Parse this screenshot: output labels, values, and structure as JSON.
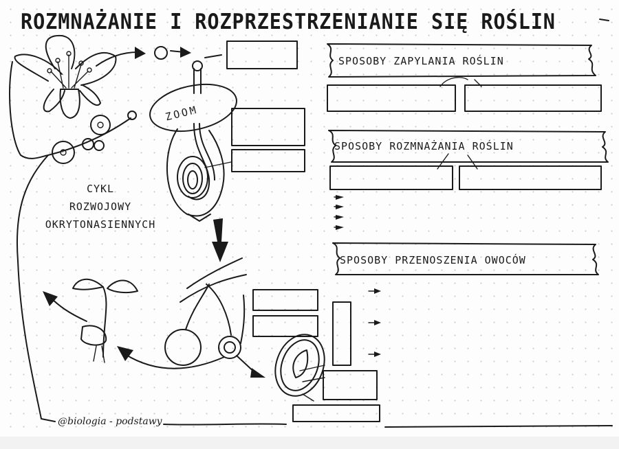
{
  "title": "ROZMNAŻANIE I ROZPRZESTRZENIANIE SIĘ ROŚLIN",
  "banners": {
    "pollination": "SPOSOBY ZAPYLANIA ROŚLIN",
    "reproduction": "SPOSOBY ROZMNAŻANIA ROŚLIN",
    "fruit_dispersal": "SPOSOBY PRZENOSZENIA OWOCÓW"
  },
  "cycle_label": [
    "CYKL",
    "ROZWOJOWY",
    "OKRYTONASIENNYCH"
  ],
  "zoom_label": "ZOOM",
  "credit": "@biologia - podstawy",
  "colors": {
    "ink": "#1a1a1a",
    "paper": "#fdfdfd",
    "grid_dot": "#c9c9c9"
  }
}
